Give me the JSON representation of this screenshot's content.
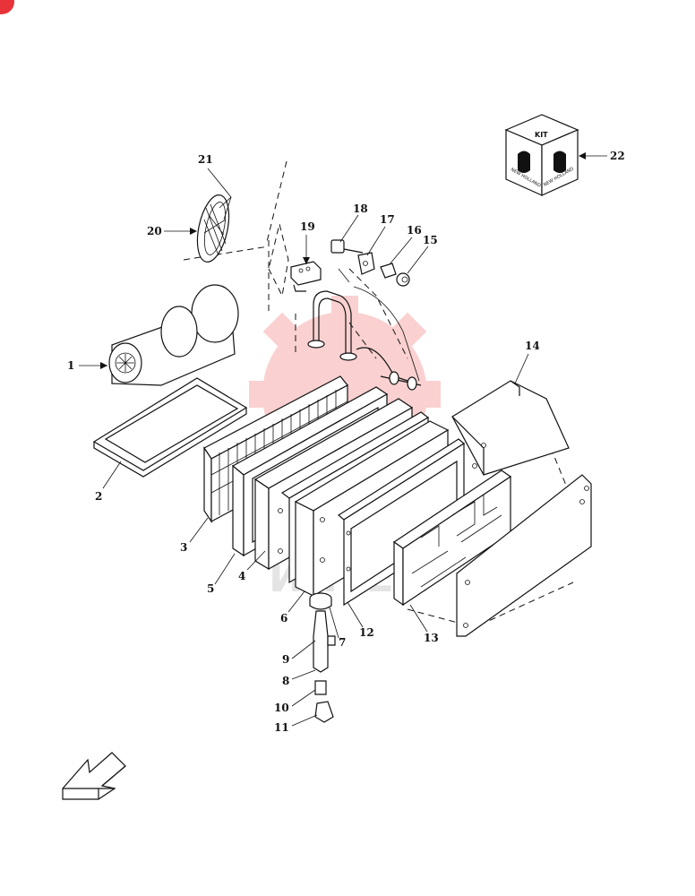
{
  "colors": {
    "watermark": "#f05a5a",
    "corner_badge": "#e8333a",
    "line": "#111111"
  },
  "kit": {
    "label": "KIT",
    "brand": "NEW HOLLAND"
  },
  "watermark_text": "ИНТЕК",
  "callouts": [
    {
      "id": "1",
      "label": "1"
    },
    {
      "id": "2",
      "label": "2"
    },
    {
      "id": "3",
      "label": "3"
    },
    {
      "id": "4",
      "label": "4"
    },
    {
      "id": "5",
      "label": "5"
    },
    {
      "id": "6",
      "label": "6"
    },
    {
      "id": "7",
      "label": "7"
    },
    {
      "id": "8",
      "label": "8"
    },
    {
      "id": "9",
      "label": "9"
    },
    {
      "id": "10",
      "label": "10"
    },
    {
      "id": "11",
      "label": "11"
    },
    {
      "id": "12",
      "label": "12"
    },
    {
      "id": "13",
      "label": "13"
    },
    {
      "id": "14",
      "label": "14"
    },
    {
      "id": "15",
      "label": "15"
    },
    {
      "id": "16",
      "label": "16"
    },
    {
      "id": "17",
      "label": "17"
    },
    {
      "id": "18",
      "label": "18"
    },
    {
      "id": "19",
      "label": "19"
    },
    {
      "id": "20",
      "label": "20"
    },
    {
      "id": "21",
      "label": "21"
    },
    {
      "id": "22",
      "label": "22"
    }
  ]
}
